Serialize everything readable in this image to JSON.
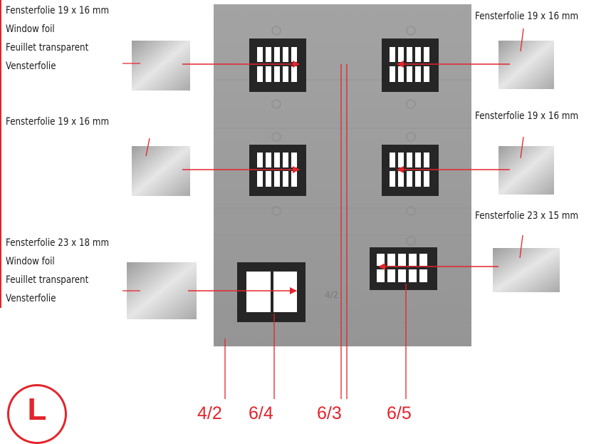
{
  "labels": {
    "top_left": [
      "Fensterfolie 19 x 16 mm",
      "Window foil",
      "Feuillet transparent",
      "Vensterfolie"
    ],
    "mid_left": [
      "Fensterfolie 19 x 16 mm"
    ],
    "bottom_left": [
      "Fensterfolie 23 x 18 mm",
      "Window foil",
      "Feuillet transparent",
      "Vensterfolie"
    ],
    "top_right": [
      "Fensterfolie 19 x 16 mm"
    ],
    "mid_right": [
      "Fensterfolie 19 x 16 mm"
    ],
    "bottom_right": [
      "Fensterfolie 23 x 15 mm"
    ]
  },
  "panel_mark": "4/2",
  "part_numbers": [
    "4/2",
    "6/4",
    "6/3",
    "6/5"
  ],
  "logo_letter": "L",
  "colors": {
    "accent": "#e3242b",
    "panel": "#9a9a9a",
    "frame": "#262626"
  }
}
